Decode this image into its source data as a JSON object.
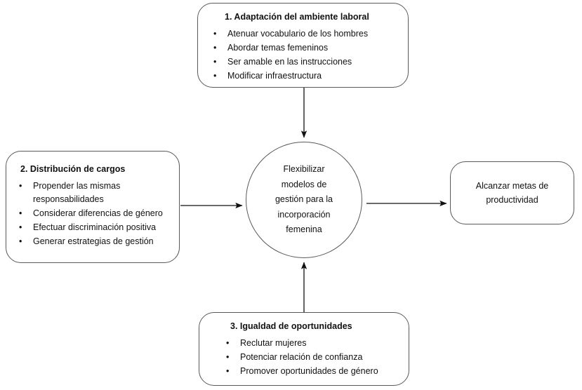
{
  "diagram": {
    "nodes": {
      "adaptacion": {
        "title": "1. Adaptación del ambiente laboral",
        "bullets": [
          "Atenuar vocabulario de los hombres",
          "Abordar temas femeninos",
          "Ser amable en las instrucciones",
          "Modificar infraestructura"
        ]
      },
      "distribucion": {
        "title": "2. Distribución de cargos",
        "bullets": [
          "Propender las mismas responsabilidades",
          "Considerar diferencias de género",
          "Efectuar discriminación positiva",
          "Generar estrategias de gestión"
        ]
      },
      "igualdad": {
        "title": "3. Igualdad de oportunidades",
        "bullets": [
          "Reclutar mujeres",
          "Potenciar relación de confianza",
          "Promover oportunidades de género"
        ]
      },
      "central": {
        "lines": [
          "Flexibilizar",
          "modelos de",
          "gestión para la",
          "incorporación",
          "femenina"
        ],
        "text": "Flexibilizar modelos de gestión para la incorporación femenina"
      },
      "meta": {
        "lines": [
          "Alcanzar metas de",
          "productividad"
        ],
        "text": "Alcanzar metas de productividad"
      }
    },
    "bullet_glyph": "•",
    "edges": [
      {
        "name": "adaptacion-to-central",
        "from": "adaptacion",
        "to": "central",
        "direction": "down"
      },
      {
        "name": "distribucion-to-central",
        "from": "distribucion",
        "to": "central",
        "direction": "right"
      },
      {
        "name": "igualdad-to-central",
        "from": "igualdad",
        "to": "central",
        "direction": "up"
      },
      {
        "name": "central-to-meta",
        "from": "central",
        "to": "meta",
        "direction": "right"
      }
    ],
    "colors": {
      "background": "#ffffff",
      "stroke": "#58595b",
      "arrow": "#111111",
      "text": "#111111"
    }
  }
}
